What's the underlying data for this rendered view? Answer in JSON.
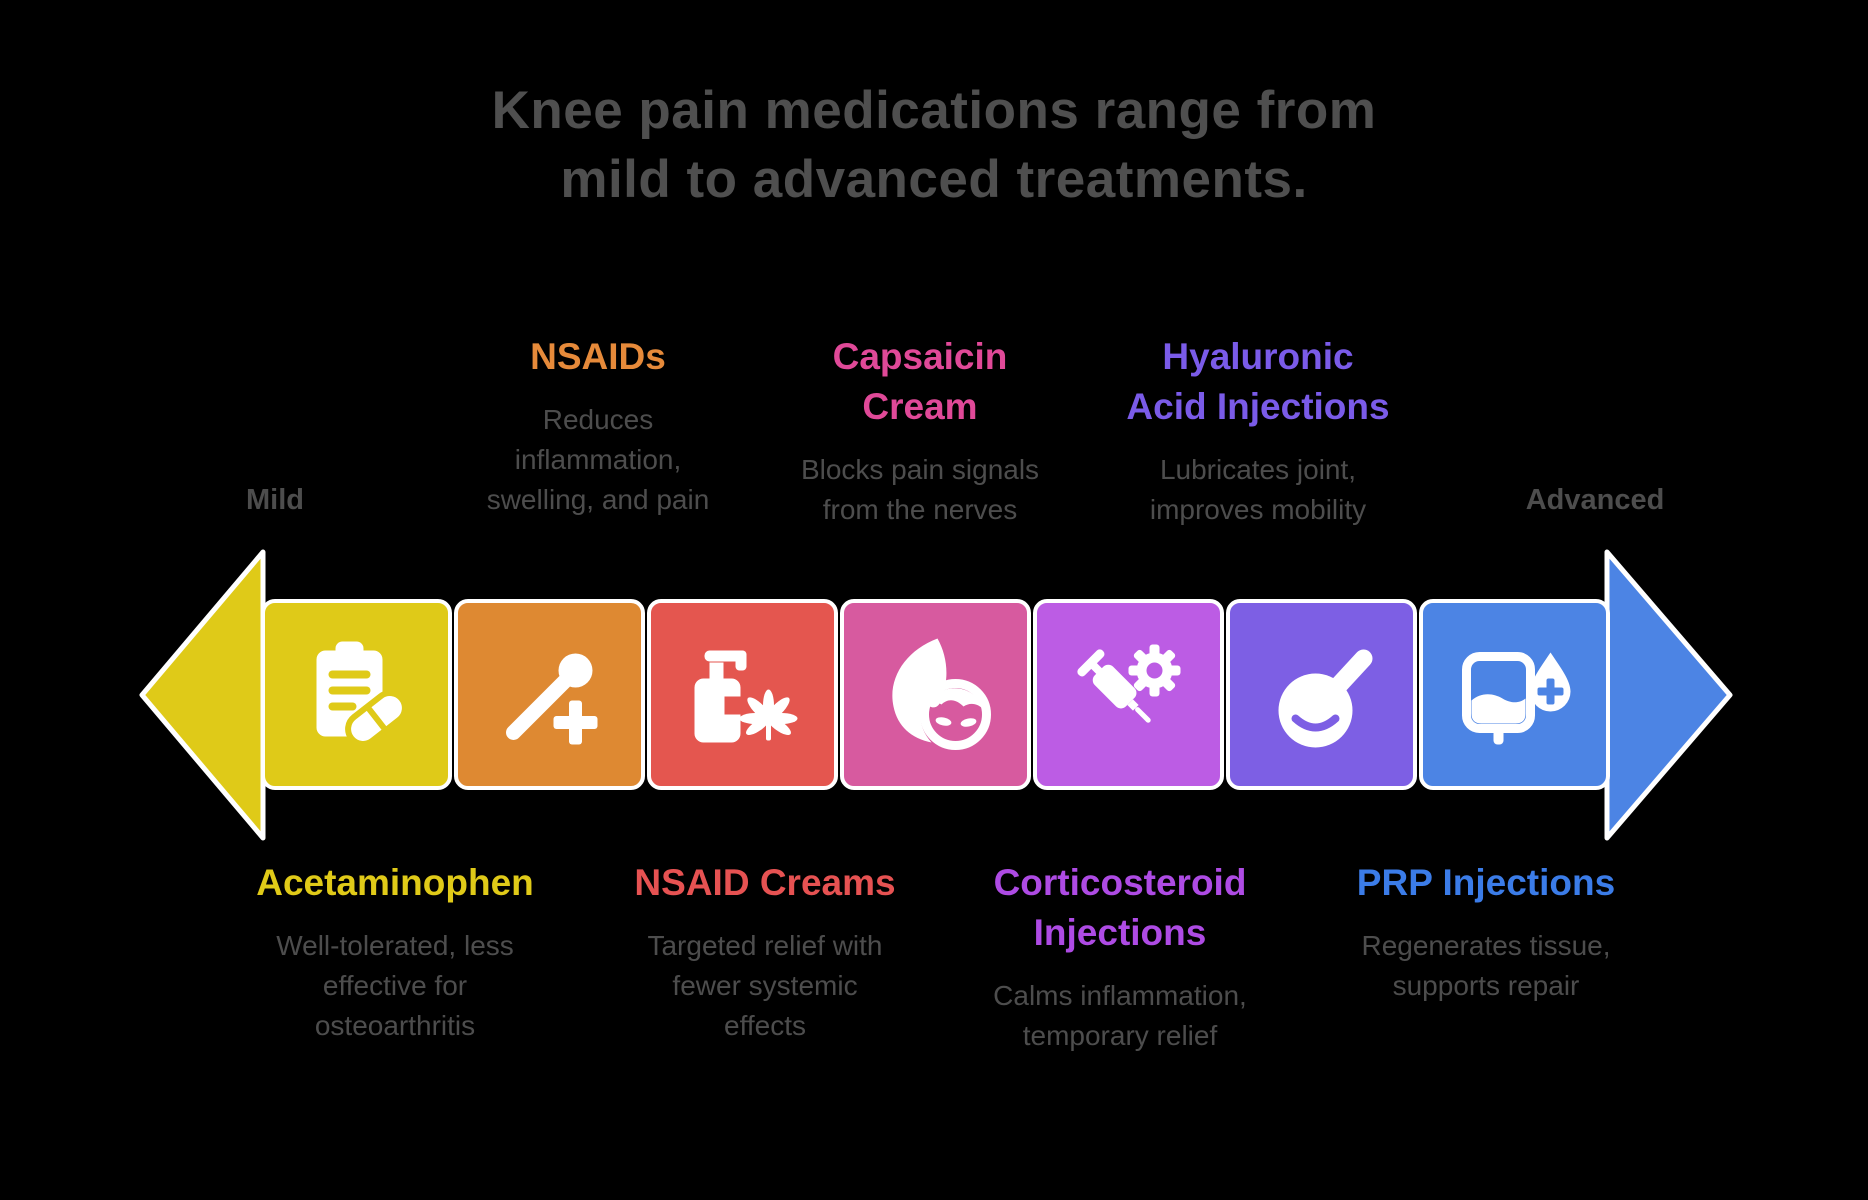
{
  "title": "Knee pain medications range from\nmild to advanced treatments.",
  "scale": {
    "left_label": "Mild",
    "right_label": "Advanced"
  },
  "top_labels": [
    {
      "heading": "NSAIDs",
      "desc": "Reduces\ninflammation,\nswelling, and pain",
      "color": "#e68a3a"
    },
    {
      "heading": "Capsaicin\nCream",
      "desc": "Blocks pain signals\nfrom the nerves",
      "color": "#e04998"
    },
    {
      "heading": "Hyaluronic\nAcid Injections",
      "desc": "Lubricates joint,\nimproves mobility",
      "color": "#7a5be8"
    }
  ],
  "bottom_labels": [
    {
      "heading": "Acetaminophen",
      "desc": "Well-tolerated, less\neffective for\nosteoarthritis",
      "color": "#e0ca18"
    },
    {
      "heading": "NSAID Creams",
      "desc": "Targeted relief with\nfewer systemic\neffects",
      "color": "#e65252"
    },
    {
      "heading": "Corticosteroid\nInjections",
      "desc": "Calms inflammation,\ntemporary relief",
      "color": "#ae4be4"
    },
    {
      "heading": "PRP Injections",
      "desc": "Regenerates tissue,\nsupports repair",
      "color": "#3b7ce8"
    }
  ],
  "blocks": [
    {
      "icon": "clipboard-pill-icon",
      "color": "#dfca18"
    },
    {
      "icon": "thermometer-cross-icon",
      "color": "#de8932"
    },
    {
      "icon": "lotion-cannabis-icon",
      "color": "#e4564f"
    },
    {
      "icon": "flame-face-icon",
      "color": "#d75a9f"
    },
    {
      "icon": "syringe-gear-icon",
      "color": "#bc5ce4"
    },
    {
      "icon": "bulb-syringe-icon",
      "color": "#7d5fe4"
    },
    {
      "icon": "iv-drip-drop-icon",
      "color": "#4c84e4"
    }
  ],
  "arrow": {
    "left_color": "#dfca18",
    "right_color": "#4c84e4"
  },
  "text_color": "#4d4d4d"
}
